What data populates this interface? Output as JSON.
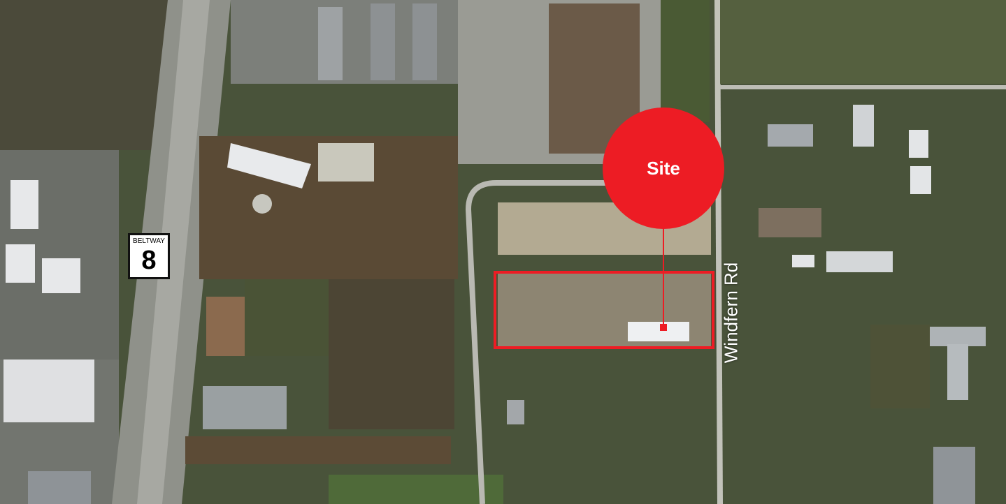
{
  "map": {
    "site_label": "Site",
    "road_label": "Windfern Rd",
    "highway_shield": {
      "top_text": "BELTWAY",
      "number": "8"
    },
    "colors": {
      "accent": "#ed1c24",
      "vegetation": "#3f4a2a",
      "field": "#5a4a35",
      "road": "#b9b9b2",
      "roof": "#d9dcde"
    }
  }
}
